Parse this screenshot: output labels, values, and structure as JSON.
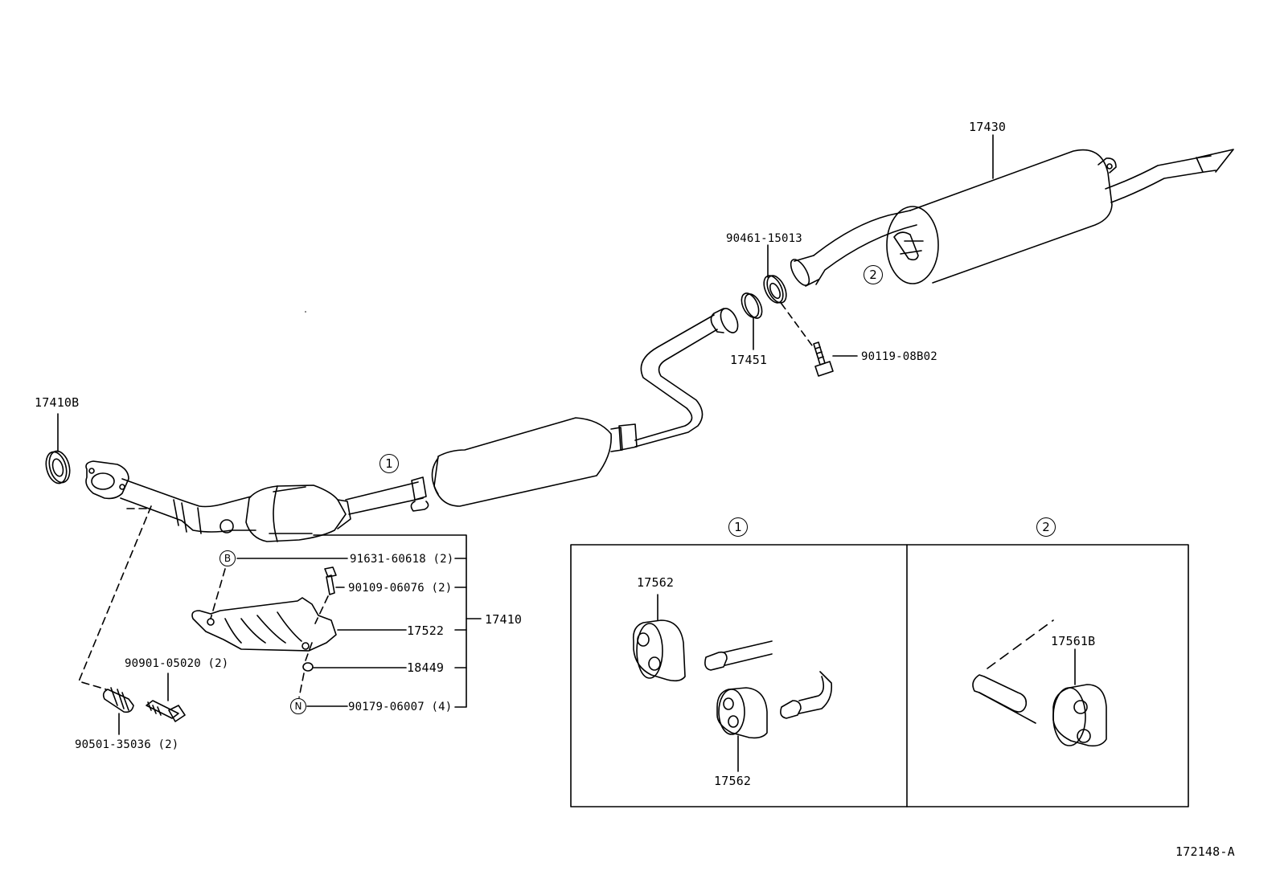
{
  "labels": {
    "p17430": "17430",
    "p90461": "90461-15013",
    "p17451": "17451",
    "p90119": "90119-08B02",
    "p17410B": "17410B",
    "p91631": "91631-60618 (2)",
    "p90109": "90109-06076 (2)",
    "p17522": "17522",
    "p17410": "17410",
    "p18449": "18449",
    "p90179": "90179-06007 (4)",
    "p90901": "90901-05020 (2)",
    "p90501": "90501-35036 (2)",
    "p17562a": "17562",
    "p17562b": "17562",
    "p17561B": "17561B",
    "figure_id": "172148-A"
  },
  "callouts": {
    "one": "1",
    "two": "2",
    "B": "B",
    "N": "N"
  },
  "colors": {
    "line": "#000000",
    "background": "#ffffff"
  }
}
